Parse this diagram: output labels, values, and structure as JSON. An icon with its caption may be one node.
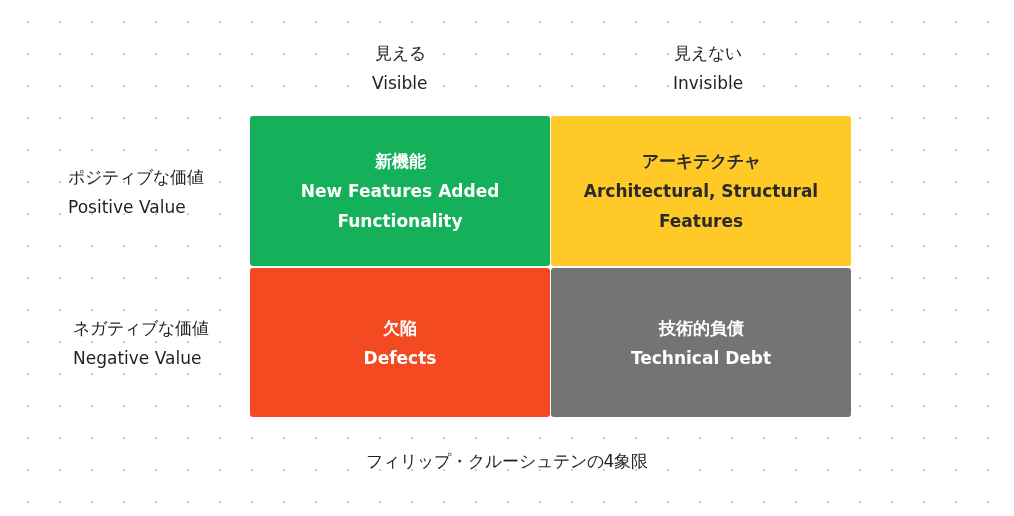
{
  "diagram": {
    "caption": "フィリップ・クルーシュテンの4象限",
    "nodes": [
      {
        "text": [
          "新機能",
          "New Features Added Functionality"
        ]
      },
      {
        "text": [
          "アーキテクチャ",
          "Architectural, Structural Features"
        ]
      },
      {
        "text": [
          "欠陥",
          "Defects"
        ]
      },
      {
        "text": [
          "技術的負債",
          "Technical Debt"
        ]
      }
    ],
    "labels": [
      "見える",
      "Visible",
      "見えない",
      "Invisible",
      "ポジティブな価値",
      "Positive Value",
      "ネガティブな価値",
      "Negative Value"
    ]
  }
}
